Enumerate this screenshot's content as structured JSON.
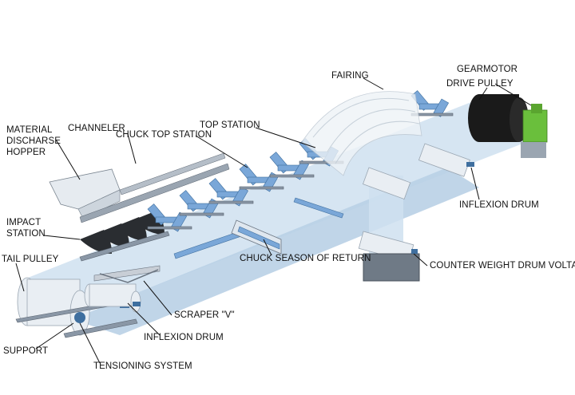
{
  "labels": {
    "gearmotor": "GEARMOTOR",
    "drive_pulley": "DRIVE PULLEY",
    "fairing": "FAIRING",
    "top_station": "TOP STATION",
    "chuck_top_station": "CHUCK TOP STATION",
    "channeler": "CHANNELER",
    "material_discharge_hopper_1": "MATERIAL",
    "material_discharge_hopper_2": "DISCHARSE",
    "material_discharge_hopper_3": "HOPPER",
    "impact_station_1": "IMPACT",
    "impact_station_2": "STATION",
    "tail_pulley": "TAIL PULLEY",
    "support": "SUPPORT",
    "tensioning_system": "TENSIONING SYSTEM",
    "inflexion_drum_front": "INFLEXION DRUM",
    "scraper_v": "SCRAPER \"V\"",
    "chuck_season_of_return": "CHUCK SEASON OF RETURN",
    "inflexion_drum_right": "INFLEXION DRUM",
    "counter_weight_drum_voltage": "COUNTER WEIGHT DRUM VOLTAGE"
  },
  "colors": {
    "belt": "#cfe0f0",
    "roller": "#7aa7d8",
    "gearmotor": "#6abf3c",
    "drive_pulley": "#1a1a1a",
    "frame": "#8a97a6"
  }
}
